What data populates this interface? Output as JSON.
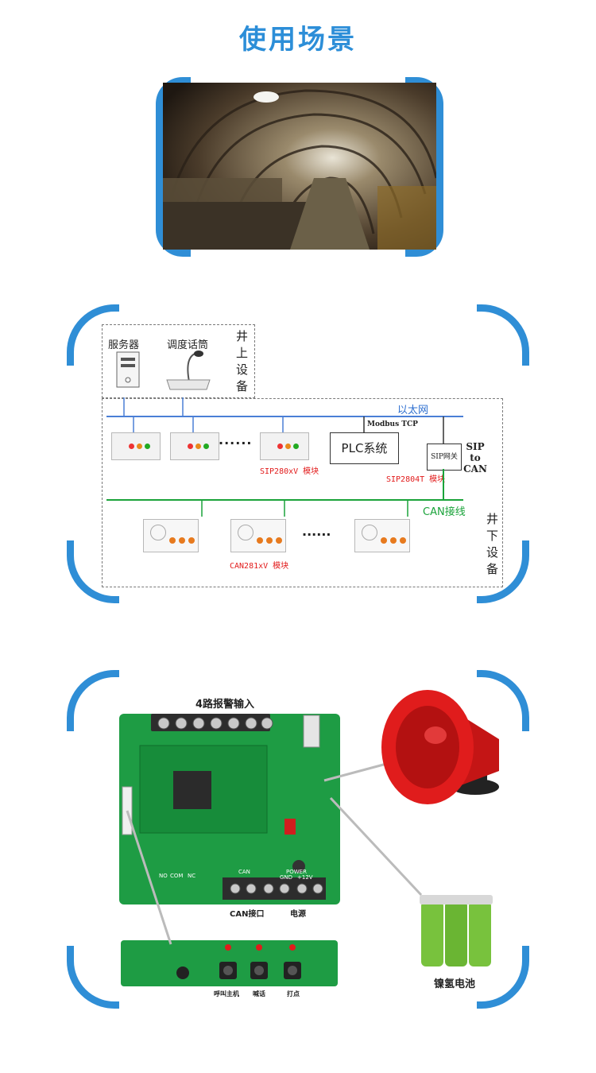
{
  "title": "使用场景",
  "diagram": {
    "surface_label": "井上设备",
    "underground_label": "井下设备",
    "server_label": "服务器",
    "dispatch_label": "调度话筒",
    "ethernet_label": "以太网",
    "modbus_label": "Modbus TCP",
    "plc_label": "PLC系统",
    "sip_gw_label": "SIP网关",
    "sip_to_can": [
      "SIP",
      "to",
      "CAN"
    ],
    "sip280_label": "SIP280xV 模块",
    "sip2804_label": "SIP2804T 模块",
    "can_bus_label": "CAN接线",
    "can281_label": "CAN281xV 模块",
    "dots": "······"
  },
  "hardware": {
    "alarm_input_label": "4路报警输入",
    "can_port_label": "CAN接口",
    "power_label": "电源",
    "battery_label": "镍氢电池",
    "button_labels": [
      "呼叫主机",
      "喊话",
      "打点"
    ],
    "board_terms": [
      "NO",
      "COM",
      "NC",
      "CAN",
      "POWER",
      "GND",
      "+12V"
    ]
  },
  "colors": {
    "frame": "#2f8ed6",
    "title": "#2c8ed8",
    "can": "#1aa33a",
    "ethernet": "#4a7fd6",
    "pcb": "#1e9c44"
  }
}
